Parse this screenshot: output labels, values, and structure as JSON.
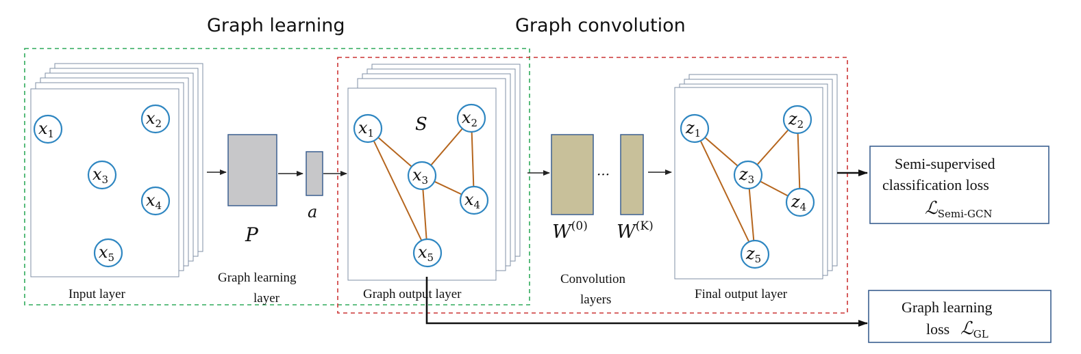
{
  "titles": {
    "graph_learning": "Graph learning",
    "graph_convolution": "Graph convolution"
  },
  "captions": {
    "input_layer": "Input layer",
    "graph_learning_layer_line1": "Graph learning",
    "graph_learning_layer_line2": "layer",
    "graph_output_layer": "Graph output layer",
    "convolution_layers_line1": "Convolution",
    "convolution_layers_line2": "layers",
    "final_output_layer": "Final output layer"
  },
  "symbols": {
    "P": "P",
    "a": "a",
    "S": "S",
    "W0_base": "W",
    "W0_sup": "(0)",
    "WK_base": "W",
    "WK_sup": "(K)",
    "ellipsis": "···"
  },
  "nodes": {
    "input": [
      {
        "base": "x",
        "sub": "1"
      },
      {
        "base": "x",
        "sub": "2"
      },
      {
        "base": "x",
        "sub": "3"
      },
      {
        "base": "x",
        "sub": "4"
      },
      {
        "base": "x",
        "sub": "5"
      }
    ],
    "graph": [
      {
        "base": "x",
        "sub": "1"
      },
      {
        "base": "x",
        "sub": "2"
      },
      {
        "base": "x",
        "sub": "3"
      },
      {
        "base": "x",
        "sub": "4"
      },
      {
        "base": "x",
        "sub": "5"
      }
    ],
    "final": [
      {
        "base": "z",
        "sub": "1"
      },
      {
        "base": "z",
        "sub": "2"
      },
      {
        "base": "z",
        "sub": "3"
      },
      {
        "base": "z",
        "sub": "4"
      },
      {
        "base": "z",
        "sub": "5"
      }
    ]
  },
  "losses": {
    "semi_line1": "Semi-supervised",
    "semi_line2": "classification loss",
    "semi_symbol": "ℒ",
    "semi_sub": "Semi-GCN",
    "gl_line1": "Graph learning",
    "gl_line2": "loss",
    "gl_symbol": "ℒ",
    "gl_sub": "GL"
  },
  "colors": {
    "node_stroke": "#2e86c1",
    "edge": "#b5651d",
    "graph_learning_frame": "#2eaa5a",
    "graph_convolution_frame": "#cc3333",
    "gray_block": "#c7c7c9",
    "tan_block": "#c8c09a"
  }
}
